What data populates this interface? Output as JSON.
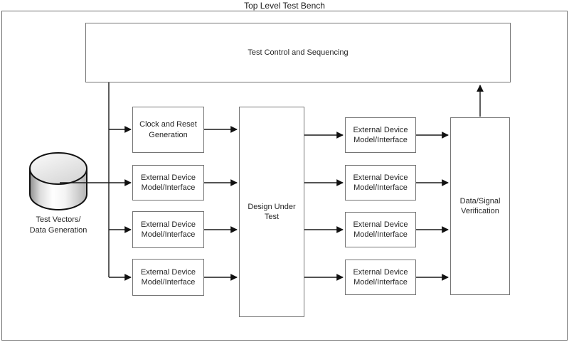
{
  "title": "Top Level Test Bench",
  "nodes": {
    "test_control": {
      "label": "Test Control and Sequencing"
    },
    "clock_reset": {
      "label": "Clock and Reset\nGeneration"
    },
    "left_devices": [
      {
        "label": "External Device\nModel/Interface"
      },
      {
        "label": "External Device\nModel/Interface"
      },
      {
        "label": "External Device\nModel/Interface"
      }
    ],
    "dut": {
      "label": "Design Under\nTest"
    },
    "right_devices": [
      {
        "label": "External Device\nModel/Interface"
      },
      {
        "label": "External Device\nModel/Interface"
      },
      {
        "label": "External Device\nModel/Interface"
      },
      {
        "label": "External Device\nModel/Interface"
      }
    ],
    "verification": {
      "label": "Data/Signal\nVerification"
    },
    "test_vectors": {
      "label": "Test Vectors/\nData Generation"
    }
  },
  "edges": [
    "Test Control and Sequencing -> Clock and Reset Generation",
    "Test Control and Sequencing -> External Device Model/Interface (left 1-3)",
    "Test Vectors/Data Generation -> External Device Model/Interface (left 1)",
    "Clock and Reset Generation -> Design Under Test",
    "External Device Model/Interface (left 1-3) -> Design Under Test",
    "Design Under Test -> External Device Model/Interface (right 1-4)",
    "External Device Model/Interface (right 1-4) -> Data/Signal Verification",
    "Data/Signal Verification -> Test Control and Sequencing"
  ],
  "colors": {
    "background": "#ffffff",
    "box_border": "#757575",
    "outer_border": "#6e6e6e",
    "connector": "#1a1a1a",
    "text": "#262626",
    "cylinder_stroke": "#111111",
    "cylinder_shade": "#8f8f8f",
    "cylinder_highlight": "#ffffff"
  }
}
